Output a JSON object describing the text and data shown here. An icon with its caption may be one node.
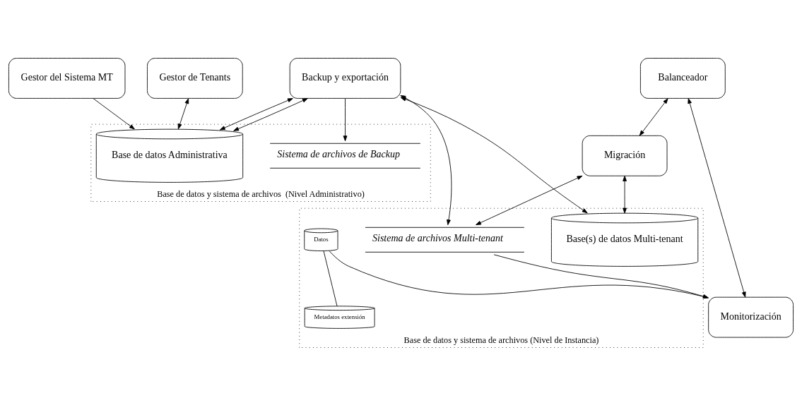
{
  "diagram": {
    "nodes": [
      {
        "text": [
          "Backup y exportación"
        ]
      },
      {
        "text": [
          "Gestor del Sistema MT"
        ]
      },
      {
        "text": [
          "Gestor de Tenants"
        ]
      },
      {
        "text": [
          "Balanceador"
        ]
      },
      {
        "text": [
          "Monitorización"
        ]
      },
      {
        "text": [
          "Migración"
        ]
      },
      {
        "text": [
          "Base de datos y sistema de archivos  (Nivel Administrativo)"
        ]
      },
      {
        "text": [
          "Sistema de archivos de Backup"
        ],
        "in": 6
      },
      {
        "text": [
          "Base de datos Administrativa"
        ],
        "in": 6
      },
      {
        "text": [
          "Base de datos y sistema de archivos (Nivel de Instancia)"
        ]
      },
      {
        "text": [
          "Sistema de archivos Multi-tenant"
        ],
        "in": 9
      },
      {
        "text": [
          "Datos"
        ],
        "in": 9
      },
      {
        "text": [
          "Metadatos extensión"
        ],
        "in": 9
      },
      {
        "text": [
          "Base(s) de datos Multi-tenant"
        ],
        "in": 9
      }
    ],
    "edges": [
      {
        "from": 0,
        "to": 7,
        "arrow": "to"
      },
      {
        "from": 0,
        "to": 8,
        "arrow": "both"
      },
      {
        "from": 1,
        "to": 8,
        "arrow": "to"
      },
      {
        "from": 2,
        "to": 8,
        "arrow": "both"
      },
      {
        "from": 3,
        "to": 4,
        "arrow": "both"
      },
      {
        "from": 3,
        "to": 5,
        "arrow": "both"
      },
      {
        "from": 10,
        "to": 4,
        "arrow": "to"
      },
      {
        "from": 5,
        "to": 10,
        "arrow": "both"
      },
      {
        "from": 11,
        "to": 4,
        "arrow": "to"
      },
      {
        "from": 5,
        "to": 13,
        "arrow": "both"
      },
      {
        "from": 11,
        "to": 12,
        "arrow": "none"
      },
      {
        "from": 0,
        "to": 8,
        "arrow": "both"
      },
      {
        "from": 0,
        "to": 10,
        "arrow": "both"
      },
      {
        "from": 0,
        "to": 13,
        "arrow": "both"
      }
    ]
  }
}
